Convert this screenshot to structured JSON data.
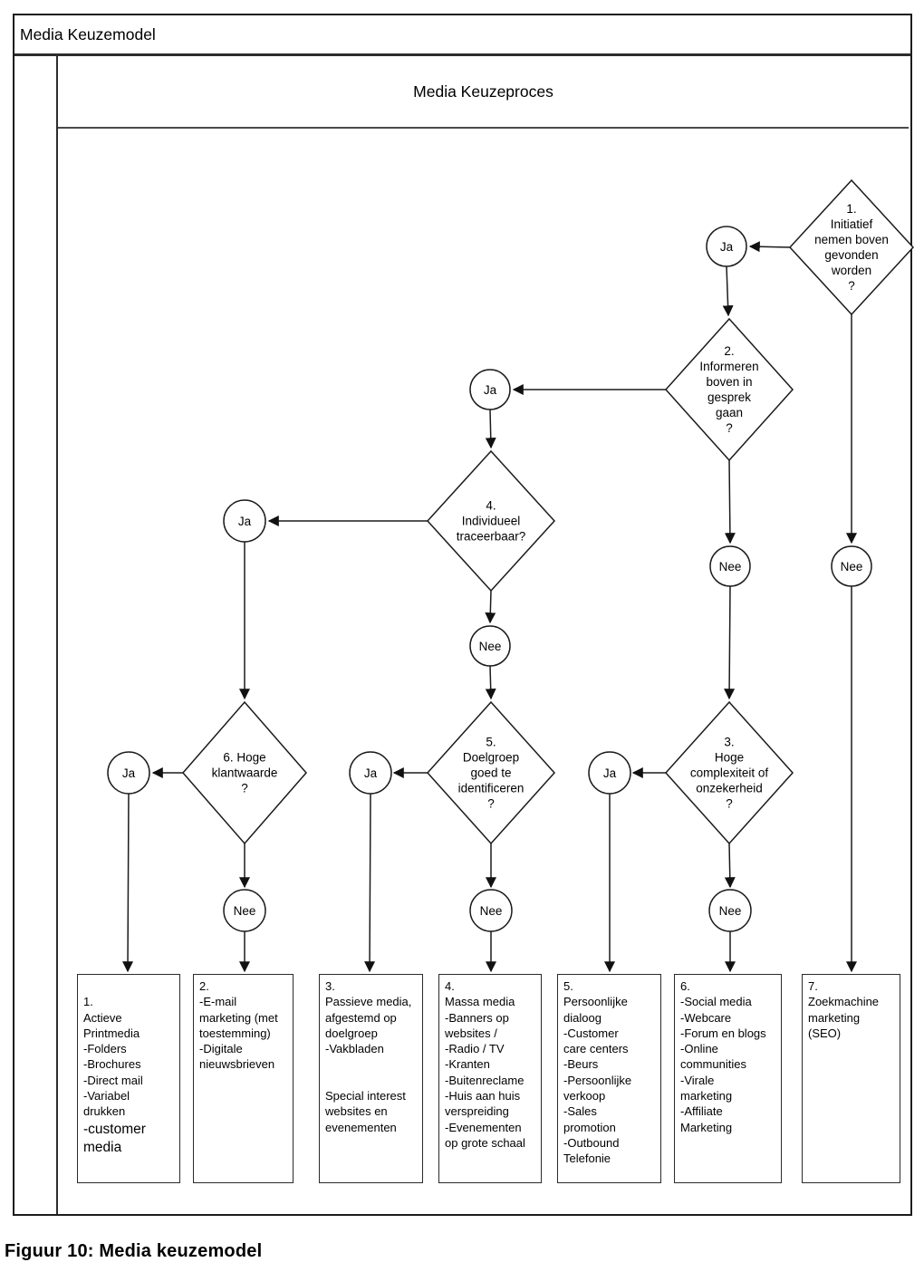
{
  "header": {
    "title": "Media Keuzemodel",
    "process_title": "Media Keuzeproces"
  },
  "labels": {
    "ja": "Ja",
    "nee": "Nee"
  },
  "decisions": [
    {
      "number": "1",
      "label": "1.\nInitiatief\nnemen boven\ngevonden\nworden\n?"
    },
    {
      "number": "2",
      "label": "2.\nInformeren\nboven in\ngesprek\ngaan\n?"
    },
    {
      "number": "3",
      "label": "3.\nHoge\ncomplexiteit of\nonzekerheid\n?"
    },
    {
      "number": "4",
      "label": "4.\nIndividueel\ntraceerbaar?"
    },
    {
      "number": "5",
      "label": "5.\nDoelgroep\ngoed te\nidentificeren\n?"
    },
    {
      "number": "6",
      "label": "6. Hoge\nklantwaarde\n?"
    }
  ],
  "outcome_boxes": [
    {
      "text": "1.\nActieve\nPrintmedia\n-Folders\n-Brochures\n-Direct mail\n-Variabel\ndrukken",
      "highlight": "-customer\nmedia"
    },
    {
      "text": "2.\n-E-mail\nmarketing (met\ntoestemming)\n-Digitale\nnieuwsbrieven"
    },
    {
      "text": "3.\nPassieve media,\nafgestemd op\ndoelgroep\n-Vakbladen\n\n\nSpecial interest\nwebsites en\nevenementen"
    },
    {
      "text": "4.\nMassa media\n-Banners op\nwebsites /\n-Radio / TV\n-Kranten\n-Buitenreclame\n-Huis aan huis\nverspreiding\n-Evenementen\nop grote schaal"
    },
    {
      "text": "5.\nPersoonlijke\ndialoog\n-Customer\ncare centers\n-Beurs\n-Persoonlijke\nverkoop\n-Sales\npromotion\n-Outbound\nTelefonie"
    },
    {
      "text": "6.\n-Social media\n-Webcare\n-Forum en blogs\n-Online\ncommunities\n-Virale\nmarketing\n-Affiliate\nMarketing"
    },
    {
      "text": "7.\nZoekmachine\nmarketing\n(SEO)"
    }
  ],
  "caption": "Figuur 10: Media keuzemodel"
}
